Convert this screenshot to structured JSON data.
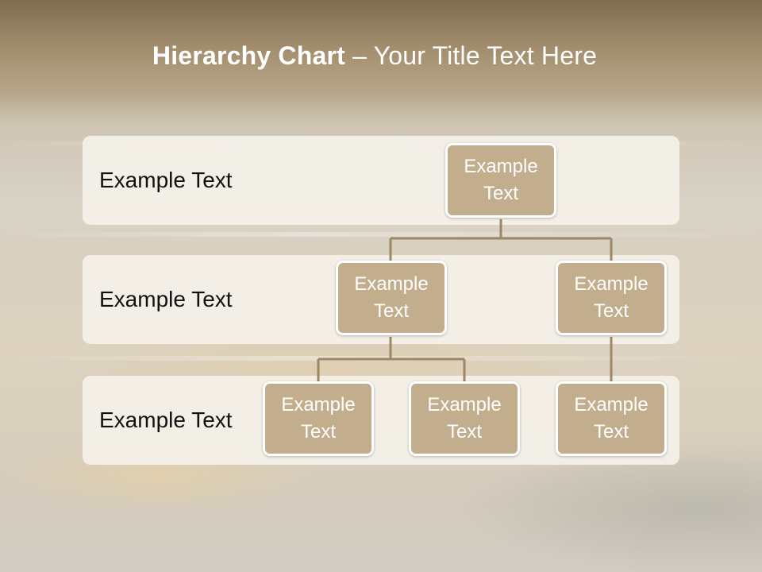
{
  "slide": {
    "title_bold": "Hierarchy Chart",
    "title_rest": " – Your Title Text Here"
  },
  "rows": [
    {
      "label": "Example Text"
    },
    {
      "label": "Example Text"
    },
    {
      "label": "Example Text"
    }
  ],
  "nodes": {
    "root": "Example Text",
    "level2_left": "Example Text",
    "level2_right": "Example Text",
    "level3_left": "Example Text",
    "level3_middle": "Example Text",
    "level3_right": "Example Text"
  },
  "colors": {
    "node_fill": "#c2ad8d",
    "connector": "#9c8766",
    "row_band": "#f4f1ea"
  }
}
